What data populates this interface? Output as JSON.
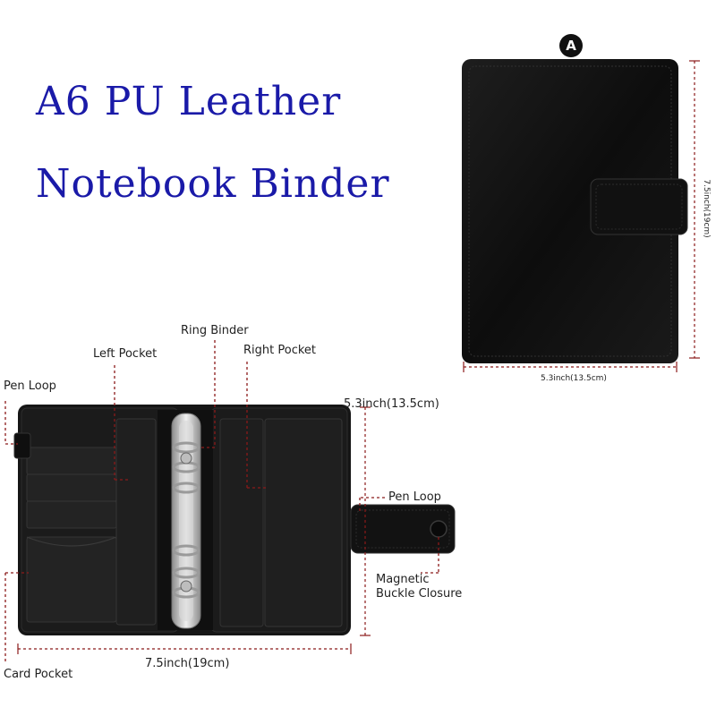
{
  "title": {
    "line1": "A6 PU Leather",
    "line2": "Notebook Binder"
  },
  "closed_view": {
    "badge": "A",
    "width_label": "5.3inch(13.5cm)",
    "height_label": "7.5inch(19cm)"
  },
  "open_view": {
    "labels": {
      "ring_binder": "Ring Binder",
      "left_pocket": "Left Pocket",
      "right_pocket": "Right Pocket",
      "pen_loop_left": "Pen  Loop",
      "pen_loop_right": "Pen Loop",
      "magnetic_buckle_line1": "Magnetic",
      "magnetic_buckle_line2": "Buckle Closure",
      "card_pocket": "Card Pocket",
      "height_label": "5.3inch(13.5cm)",
      "width_label": "7.5inch(19cm)"
    }
  },
  "colors": {
    "title": "#1a1aa8",
    "leader_line": "#8b1a1a",
    "binder_black": "#141414"
  }
}
